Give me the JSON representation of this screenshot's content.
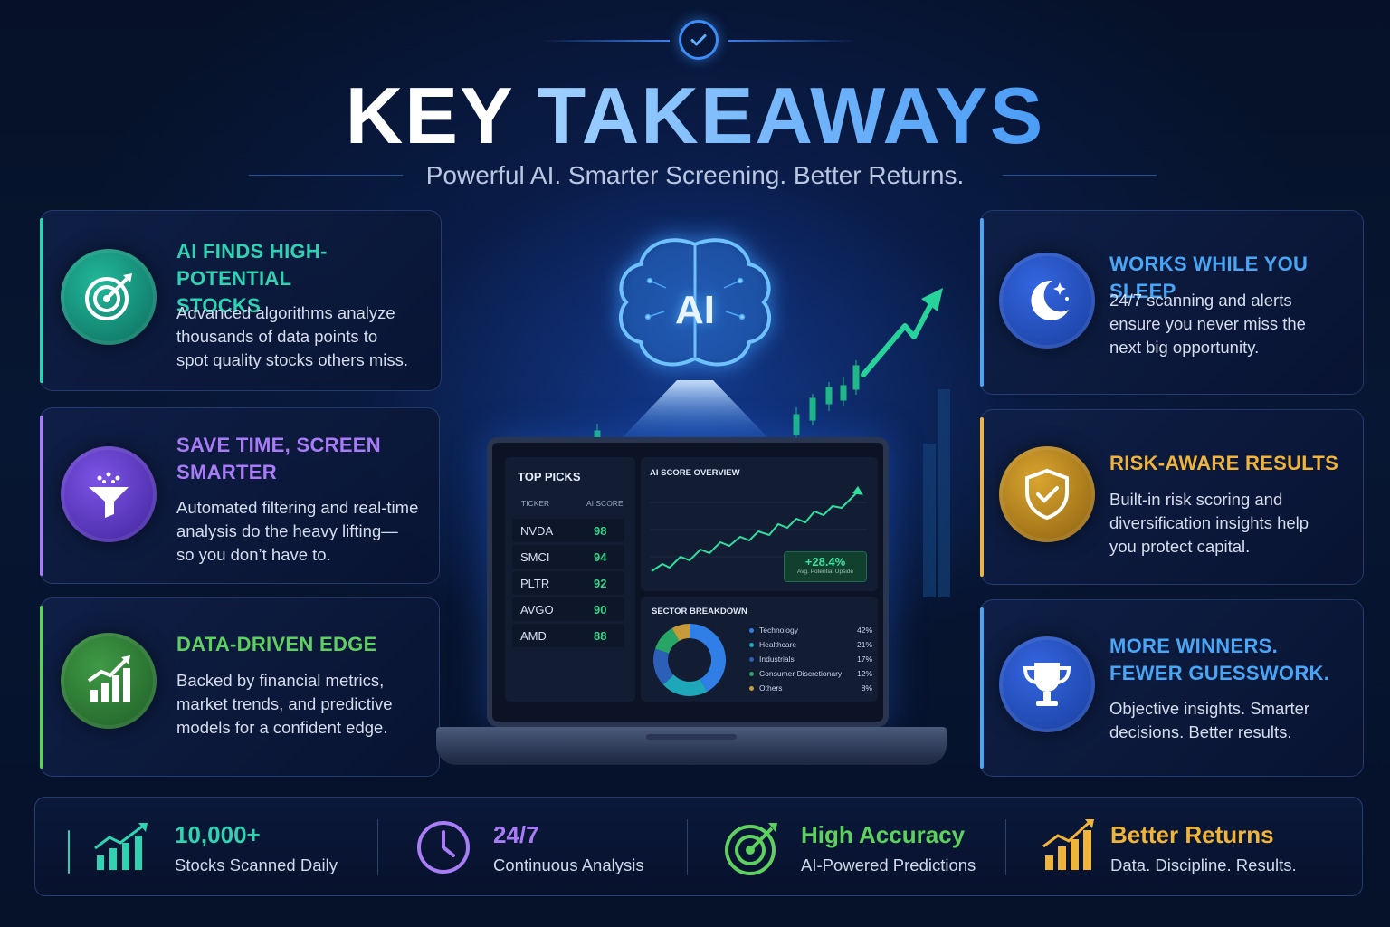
{
  "header": {
    "title_word1": "KEY",
    "title_word2": "TAKEAWAYS",
    "subtitle": "Powerful AI. Smarter Screening. Better Returns.",
    "badge_icon": "check-icon"
  },
  "hero": {
    "brain_label": "AI",
    "brain_icon": "ai-brain-icon",
    "arrow_icon": "trend-arrow-icon"
  },
  "left_cards": [
    {
      "title_l1": "AI FINDS HIGH-POTENTIAL",
      "title_l2": "STOCKS",
      "body_l1": "Advanced algorithms analyze",
      "body_l2": "thousands of data points to",
      "body_l3": "spot quality stocks others miss.",
      "icon": "target-icon",
      "color": "#2fd3b1"
    },
    {
      "title_l1": "SAVE TIME, SCREEN",
      "title_l2": "SMARTER",
      "body_l1": "Automated filtering and real-time",
      "body_l2": "analysis do the heavy lifting—",
      "body_l3": "so you don’t have to.",
      "icon": "funnel-icon",
      "color": "#a97cf7"
    },
    {
      "title_l1": "DATA-DRIVEN EDGE",
      "title_l2": "",
      "body_l1": "Backed by financial metrics,",
      "body_l2": "market trends, and predictive",
      "body_l3": "models for a confident edge.",
      "icon": "growth-chart-icon",
      "color": "#5ed05f"
    }
  ],
  "right_cards": [
    {
      "title_l1": "WORKS WHILE YOU SLEEP",
      "title_l2": "",
      "body_l1": "24/7 scanning and alerts",
      "body_l2": "ensure you never miss the",
      "body_l3": "next big opportunity.",
      "icon": "moon-icon",
      "color": "#4aa6f5"
    },
    {
      "title_l1": "RISK-AWARE RESULTS",
      "title_l2": "",
      "body_l1": "Built-in risk scoring and",
      "body_l2": "diversification insights help",
      "body_l3": "you protect capital.",
      "icon": "shield-check-icon",
      "color": "#f0b43a"
    },
    {
      "title_l1": "MORE WINNERS.",
      "title_l2": "FEWER GUESSWORK.",
      "body_l1": "Objective insights. Smarter",
      "body_l2": "decisions. Better results.",
      "body_l3": "",
      "icon": "trophy-icon",
      "color": "#4aa6f5"
    }
  ],
  "laptop": {
    "top_picks_title": "TOP PICKS",
    "col_ticker": "TICKER",
    "col_score": "AI SCORE",
    "picks": [
      {
        "ticker": "NVDA",
        "score": "98"
      },
      {
        "ticker": "SMCI",
        "score": "94"
      },
      {
        "ticker": "PLTR",
        "score": "92"
      },
      {
        "ticker": "AVGO",
        "score": "90"
      },
      {
        "ticker": "AMD",
        "score": "88"
      }
    ],
    "overview_title": "AI SCORE OVERVIEW",
    "upside_value": "+28.4%",
    "upside_label": "Avg. Potential Upside",
    "sector_title": "SECTOR BREAKDOWN",
    "sectors": [
      {
        "name": "Technology",
        "pct": "42%",
        "value": 42,
        "color": "#2f7fe6"
      },
      {
        "name": "Healthcare",
        "pct": "21%",
        "value": 21,
        "color": "#1ea7b8"
      },
      {
        "name": "Industrials",
        "pct": "17%",
        "value": 17,
        "color": "#2c5fb8"
      },
      {
        "name": "Consumer Discretionary",
        "pct": "12%",
        "value": 12,
        "color": "#27a567"
      },
      {
        "name": "Others",
        "pct": "8%",
        "value": 8,
        "color": "#c79a3a"
      }
    ]
  },
  "stats": [
    {
      "value": "10,000+",
      "label": "Stocks Scanned Daily",
      "icon": "growth-chart-icon",
      "color": "#2fd3b1"
    },
    {
      "value": "24/7",
      "label": "Continuous Analysis",
      "icon": "clock-icon",
      "color": "#a97cf7"
    },
    {
      "value": "High Accuracy",
      "label": "AI-Powered Predictions",
      "icon": "target-icon",
      "color": "#5ed05f"
    },
    {
      "value": "Better Returns",
      "label": "Data. Discipline. Results.",
      "icon": "growth-chart-icon",
      "color": "#f0b43a"
    }
  ]
}
